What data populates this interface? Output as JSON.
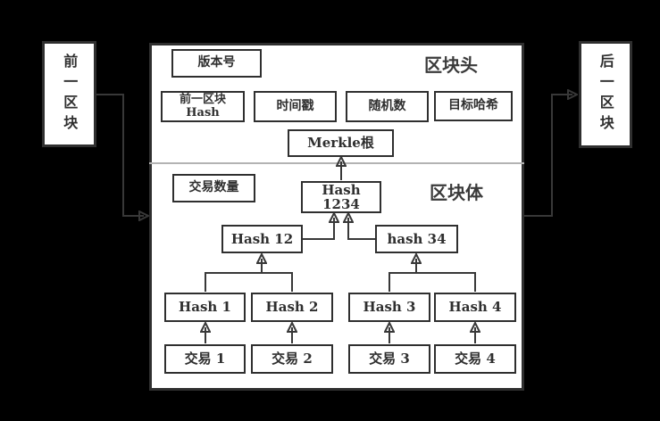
{
  "colors": {
    "background": "#000000",
    "box_fill": "#ffffff",
    "border": "#2f2f2f",
    "text": "#2f2f2f",
    "divider": "#b3b3b3",
    "arrow": "#383838"
  },
  "prev_block": {
    "label": "前一区块"
  },
  "next_block": {
    "label": "后一区块"
  },
  "block": {
    "header": {
      "title": "区块头",
      "version": "版本号",
      "prev_hash": {
        "line1": "前一区块",
        "line2": "Hash"
      },
      "timestamp": "时间戳",
      "nonce": "随机数",
      "target_hash": "目标哈希",
      "merkle_root": "Merkle根"
    },
    "body": {
      "title": "区块体",
      "tx_count": "交易数量",
      "merkle_tree": {
        "root": {
          "line1": "Hash",
          "line2": "1234"
        },
        "hash_12": "Hash 12",
        "hash_34": "hash 34",
        "hash_1": "Hash 1",
        "hash_2": "Hash 2",
        "hash_3": "Hash 3",
        "hash_4": "Hash 4",
        "tx_1": "交易 1",
        "tx_2": "交易 2",
        "tx_3": "交易 3",
        "tx_4": "交易 4"
      }
    }
  }
}
